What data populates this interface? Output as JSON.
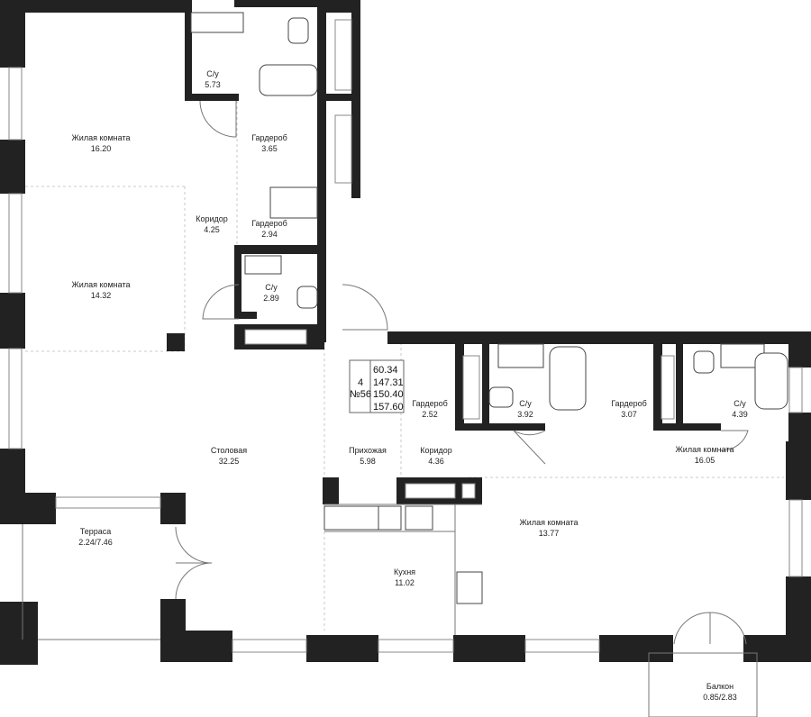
{
  "rooms": [
    {
      "id": "living1",
      "name": "Жилая комната",
      "area": "16.20"
    },
    {
      "id": "bath1",
      "name": "С/у",
      "area": "5.73"
    },
    {
      "id": "wardrobe1",
      "name": "Гардероб",
      "area": "3.65"
    },
    {
      "id": "corridor1",
      "name": "Коридор",
      "area": "4.25"
    },
    {
      "id": "wardrobe2",
      "name": "Гардероб",
      "area": "2.94"
    },
    {
      "id": "living2",
      "name": "Жилая комната",
      "area": "14.32"
    },
    {
      "id": "bath2",
      "name": "С/у",
      "area": "2.89"
    },
    {
      "id": "dining",
      "name": "Столовая",
      "area": "32.25"
    },
    {
      "id": "terrace",
      "name": "Терраса",
      "area": "2.24/7.46"
    },
    {
      "id": "hall",
      "name": "Прихожая",
      "area": "5.98"
    },
    {
      "id": "wardrobe3",
      "name": "Гардероб",
      "area": "2.52"
    },
    {
      "id": "corridor2",
      "name": "Коридор",
      "area": "4.36"
    },
    {
      "id": "bath3",
      "name": "С/у",
      "area": "3.92"
    },
    {
      "id": "wardrobe4",
      "name": "Гардероб",
      "area": "3.07"
    },
    {
      "id": "bath4",
      "name": "С/у",
      "area": "4.39"
    },
    {
      "id": "living3",
      "name": "Жилая комната",
      "area": "16.05"
    },
    {
      "id": "living4",
      "name": "Жилая комната",
      "area": "13.77"
    },
    {
      "id": "kitchen",
      "name": "Кухня",
      "area": "11.02"
    },
    {
      "id": "balcony",
      "name": "Балкон",
      "area": "0.85/2.83"
    }
  ],
  "info": {
    "rooms_count": "4",
    "apartment_no": "№56",
    "areas": [
      "60.34",
      "147.31",
      "150.40",
      "157.60"
    ]
  },
  "colors": {
    "wall": "#222222",
    "line": "#777777",
    "background": "#ffffff"
  }
}
